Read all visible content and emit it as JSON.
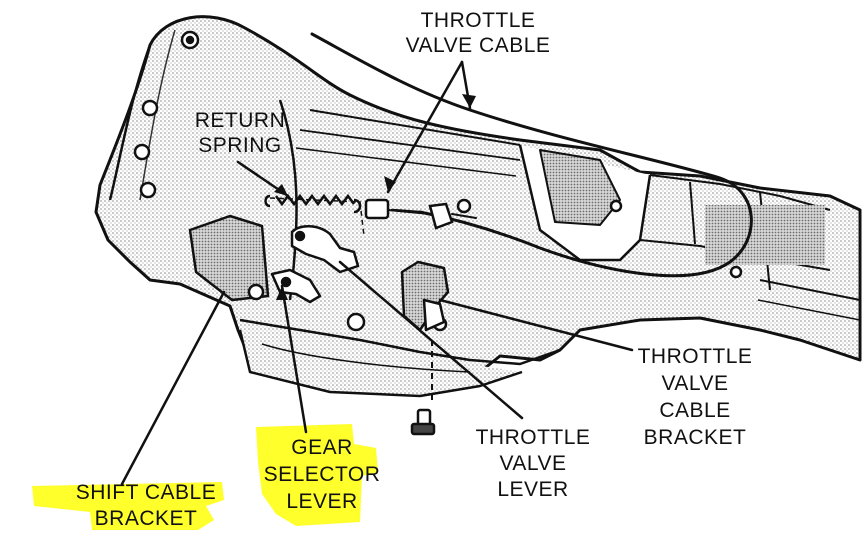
{
  "diagram": {
    "labels": {
      "throttle_valve_cable": [
        "THROTTLE",
        "VALVE CABLE"
      ],
      "return_spring": [
        "RETURN",
        "SPRING"
      ],
      "throttle_valve_cable_bracket": [
        "THROTTLE",
        "VALVE",
        "CABLE",
        "BRACKET"
      ],
      "throttle_valve_lever": [
        "THROTTLE",
        "VALVE",
        "LEVER"
      ],
      "gear_selector_lever": [
        "GEAR",
        "SELECTOR",
        "LEVER"
      ],
      "shift_cable_bracket": [
        "SHIFT CABLE",
        "BRACKET"
      ]
    },
    "colors": {
      "highlight": "#ffff1a",
      "ink": "#111111",
      "shading": "#b4b4b4",
      "paper": "#ffffff"
    }
  }
}
